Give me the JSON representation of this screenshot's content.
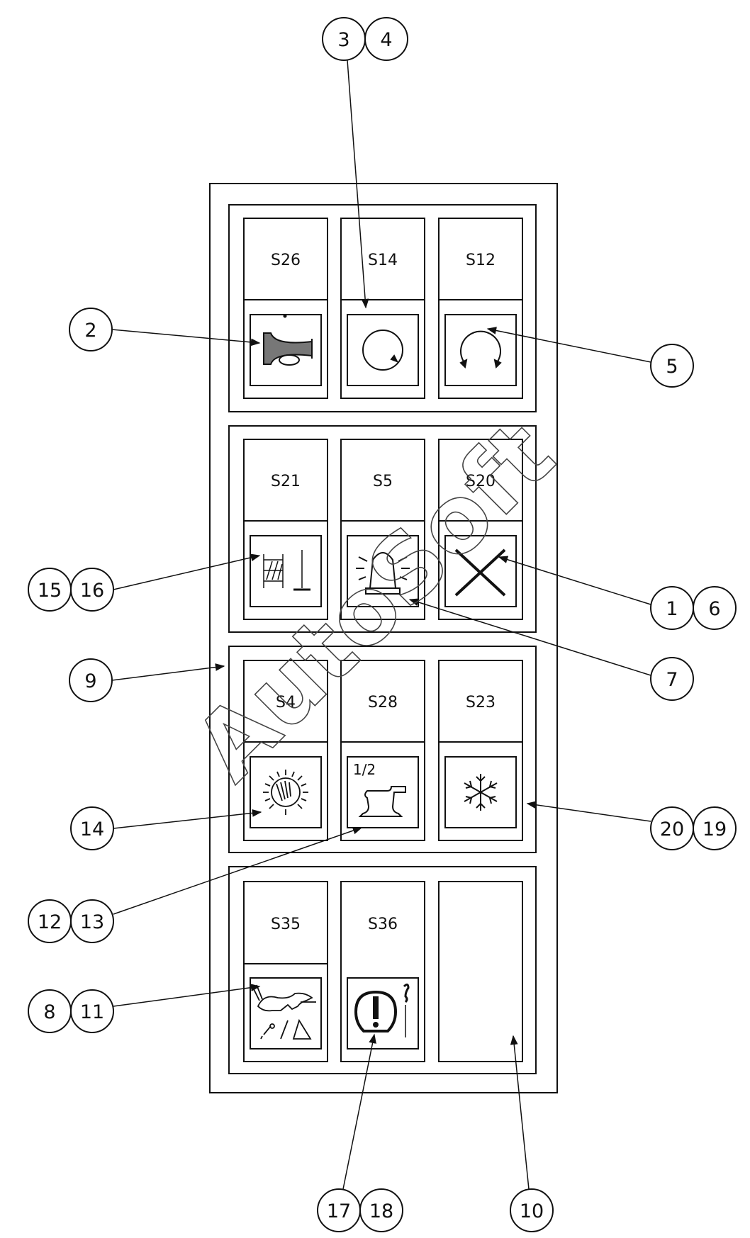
{
  "switches": {
    "s26": "S26",
    "s14": "S14",
    "s12": "S12",
    "s21": "S21",
    "s5": "S5",
    "s20": "S20",
    "s4": "S4",
    "s28": "S28",
    "s23": "S23",
    "s35": "S35",
    "s36": "S36"
  },
  "icons": {
    "s26": "horn-icon",
    "s14": "circle-icon",
    "s12": "rotation-arc-icon",
    "s21": "fence-icon",
    "s5": "beacon-light-icon",
    "s20": "cross-icon",
    "s4": "work-light-icon",
    "s28": "rail-half-icon",
    "s23": "snowflake-icon",
    "s35": "rabbit-speed-icon",
    "s36": "warning-hook-icon"
  },
  "icon_text": {
    "rail_fraction": "1/2"
  },
  "callouts": {
    "c3": "3",
    "c4": "4",
    "c2": "2",
    "c5": "5",
    "c15": "15",
    "c16": "16",
    "c1": "1",
    "c6": "6",
    "c7": "7",
    "c9": "9",
    "c14": "14",
    "c20": "20",
    "c19": "19",
    "c12": "12",
    "c13": "13",
    "c8": "8",
    "c11": "11",
    "c17": "17",
    "c18": "18",
    "c10": "10"
  },
  "watermark": "AutoSoft"
}
